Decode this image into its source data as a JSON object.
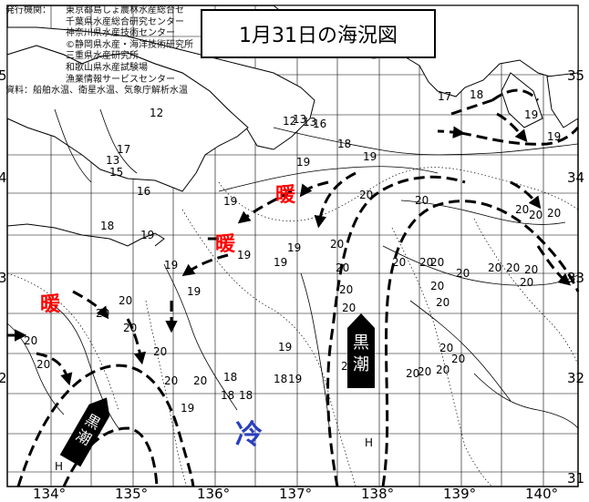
{
  "title": "1月31日の海況図",
  "credits": {
    "issuer_label": "発行機関：",
    "issuers": [
      "東京都島しょ農林水産総合セ",
      "千葉県水産総合研究センター",
      "神奈川県水産技術センター",
      "©静岡県水産・海洋技術研究所",
      "三重県水産研究所",
      "和歌山県水産試験場",
      "漁業情報サービスセンター"
    ],
    "source": "資料：船舶水温、衛星水温、気象庁解析水温"
  },
  "labels": {
    "warm": [
      "暖",
      "暖",
      "暖"
    ],
    "cold": "冷",
    "kuroshio": [
      "黒潮",
      "黒潮"
    ],
    "high": [
      "H",
      "H"
    ]
  },
  "axes": {
    "lon_ticks": [
      "134°",
      "135°",
      "136°",
      "137°",
      "138°",
      "139°",
      "140°"
    ],
    "lat_ticks_right": [
      "35",
      "34",
      "33",
      "32",
      "31"
    ],
    "lat_ticks_left": [
      "5",
      "4",
      "3",
      "2"
    ]
  },
  "isotherms": [
    "12",
    "13",
    "15",
    "16",
    "17",
    "18",
    "19",
    "20"
  ],
  "contour_labels": [
    {
      "v": "12"
    },
    {
      "v": "13"
    },
    {
      "v": "15"
    },
    {
      "v": "16"
    },
    {
      "v": "17"
    },
    {
      "v": "18"
    },
    {
      "v": "19"
    },
    {
      "v": "20"
    }
  ],
  "colors": {
    "warm_text": "#ff0000",
    "cold_text": "#2a3fbf",
    "land_fill": "#ffffff",
    "line": "#000000"
  }
}
